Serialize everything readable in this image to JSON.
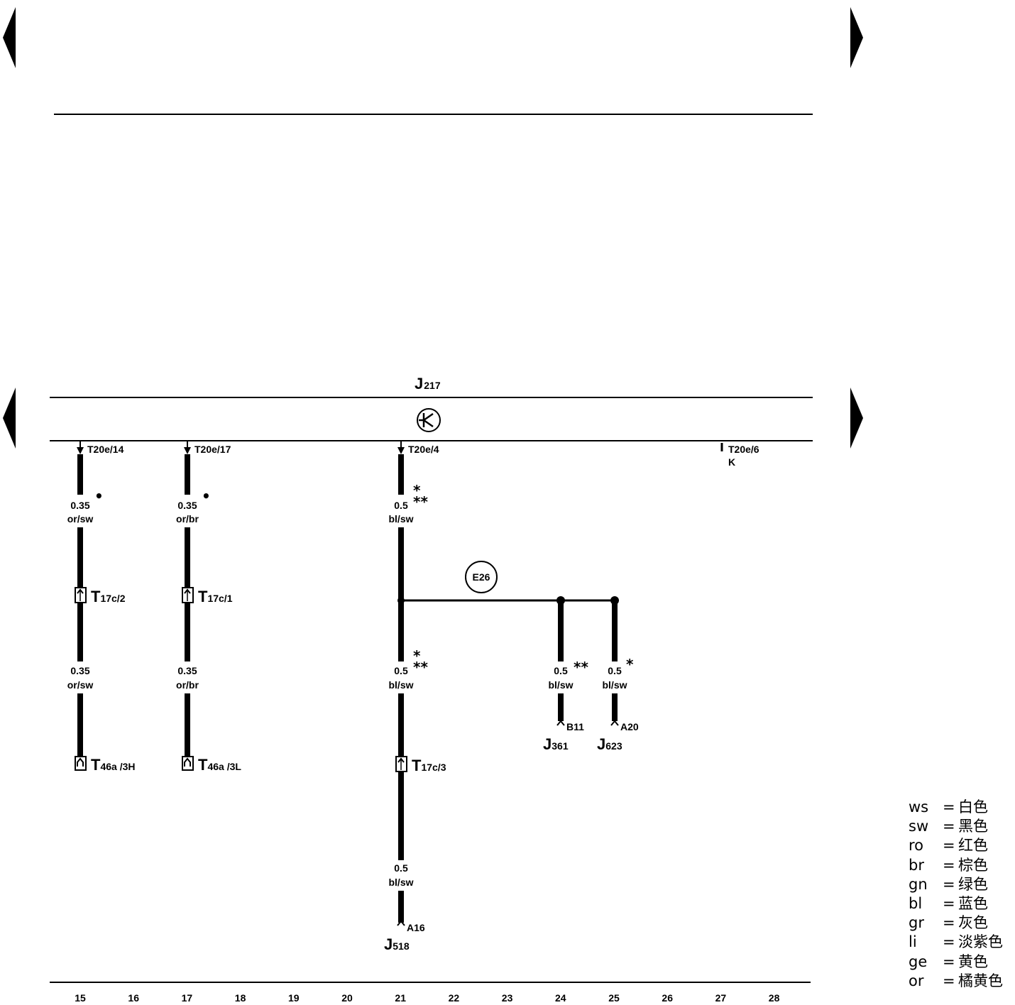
{
  "title": "J217",
  "module_id": "J",
  "module_sub": "217",
  "connectors": {
    "t1": "T20e/14",
    "t2": "T20e/17",
    "t3": "T20e/4",
    "t4": "T20e/6",
    "t4_note": "K"
  },
  "wires": {
    "w1_top_size": "0.35",
    "w1_top_color": "or/sw",
    "w1_bot_size": "0.35",
    "w1_bot_color": "or/sw",
    "w2_top_size": "0.35",
    "w2_top_color": "or/br",
    "w2_bot_size": "0.35",
    "w2_bot_color": "or/br",
    "w3_top_size": "0.5",
    "w3_top_color": "bl/sw",
    "w3_mid_size": "0.5",
    "w3_mid_color": "bl/sw",
    "w3_bot_size": "0.5",
    "w3_bot_color": "bl/sw",
    "w4_size": "0.5",
    "w4_color": "bl/sw",
    "w5_size": "0.5",
    "w5_color": "bl/sw"
  },
  "marks": {
    "dot": "•",
    "star1": "*",
    "star2": "**"
  },
  "plugs": {
    "p1_main": "T",
    "p1_sub": "17c/2",
    "p2_main": "T",
    "p2_sub": "17c/1",
    "p3_main": "T",
    "p3_sub": "17c/3",
    "p4_main": "T",
    "p4_sub": "46a /3H",
    "p5_main": "T",
    "p5_sub": "46a /3L"
  },
  "splice": "E26",
  "endpoints": {
    "e1_pin": "B11",
    "e1_main": "J",
    "e1_sub": "361",
    "e2_pin": "A20",
    "e2_main": "J",
    "e2_sub": "623",
    "e3_pin": "A16",
    "e3_main": "J",
    "e3_sub": "518"
  },
  "columns": [
    "15",
    "16",
    "17",
    "18",
    "19",
    "20",
    "21",
    "22",
    "23",
    "24",
    "25",
    "26",
    "27",
    "28"
  ],
  "legend": [
    {
      "code": "ws",
      "color": "白色"
    },
    {
      "code": "sw",
      "color": "黑色"
    },
    {
      "code": "ro",
      "color": "红色"
    },
    {
      "code": "br",
      "color": "棕色"
    },
    {
      "code": "gn",
      "color": "绿色"
    },
    {
      "code": "bl",
      "color": "蓝色"
    },
    {
      "code": "gr",
      "color": "灰色"
    },
    {
      "code": "li",
      "color": "淡紫色"
    },
    {
      "code": "ge",
      "color": "黄色"
    },
    {
      "code": "or",
      "color": "橘黄色"
    }
  ],
  "legend_eq": "="
}
